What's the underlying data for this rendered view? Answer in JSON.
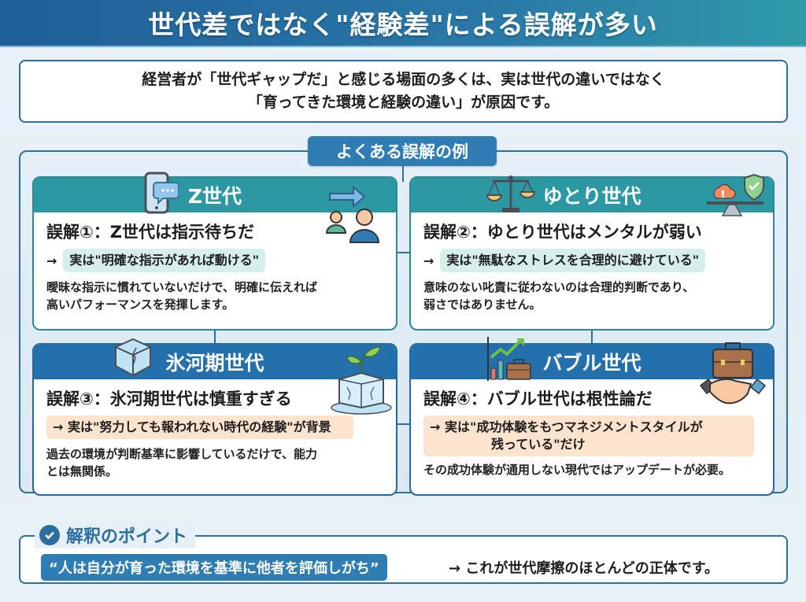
{
  "header": {
    "title": "世代差ではなく\"経験差\"による誤解が多い",
    "bg_color": "#1f5f97"
  },
  "intro": {
    "line1": "経営者が「世代ギャップだ」と感じる場面の多くは、実は世代の違いではなく",
    "line2": "「育ってきた環境と経験の違い」が原因です。"
  },
  "examples": {
    "label": "よくある誤解の例",
    "cards": [
      {
        "header": "Z世代",
        "header_icon": "smartphone-chat-icon",
        "side_icon": "person-arrow-icon",
        "title": "誤解①：Z世代は指示待ちだ",
        "arrow": "→",
        "truth": "実は\"明確な指示があれば動ける\"",
        "desc_line1": "曖昧な指示に慣れていないだけで、明確に伝えれば",
        "desc_line2": "高いパフォーマンスを発揮します。",
        "header_color": "#2b98a3",
        "truth_color": "#d6efec"
      },
      {
        "header": "ゆとり世代",
        "header_icon": "balance-scale-icon",
        "side_icon": "stress-shield-balance-icon",
        "title": "誤解②：ゆとり世代はメンタルが弱い",
        "arrow": "→",
        "truth": "実は\"無駄なストレスを合理的に避けている\"",
        "desc_line1": "意味のない叱責に従わないのは合理的判断であり、",
        "desc_line2": "弱さではありません。",
        "header_color": "#2b98a3",
        "truth_color": "#d6efec"
      },
      {
        "header": "氷河期世代",
        "header_icon": "ice-cube-icon",
        "side_icon": "sprout-ice-icon",
        "title": "誤解③：氷河期世代は慎重すぎる",
        "truth": "→ 実は\"努力しても報われない時代の経験\"が背景",
        "desc_line1": "過去の環境が判断基準に影響しているだけで、能力",
        "desc_line2": "とは無関係。",
        "header_color": "#2370ad",
        "truth_color": "#fbe3cd"
      },
      {
        "header": "バブル世代",
        "header_icon": "growth-chart-briefcase-icon",
        "side_icon": "handshake-briefcase-icon",
        "title": "誤解④：バブル世代は根性論だ",
        "truth_line1": "→ 実は\"成功体験をもつマネジメントスタイルが",
        "truth_line2": "残っている\"だけ",
        "desc_line1": "その成功体験が通用しない現代ではアップデートが必要。",
        "header_color": "#2370ad",
        "truth_color": "#fbe3cd"
      }
    ]
  },
  "point": {
    "label": "解釈のポイント",
    "icon": "check-circle-icon",
    "quote": "“人は自分が育った環境を基準に他者を評価しがち”",
    "rest": "→ これが世代摩擦のほとんどの正体です。"
  }
}
